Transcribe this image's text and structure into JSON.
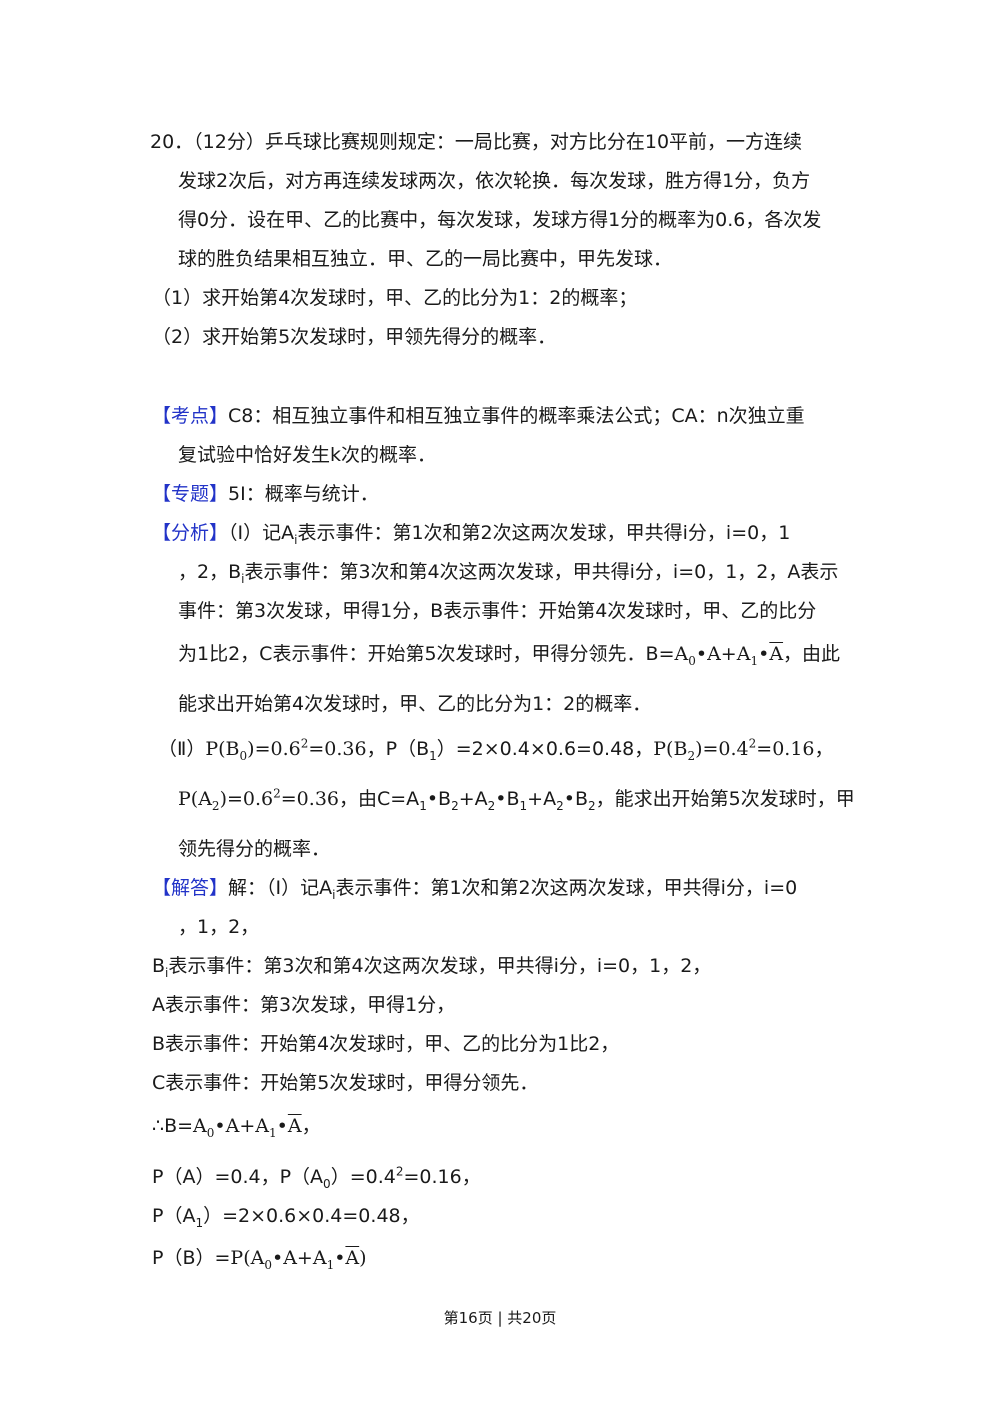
{
  "problem": {
    "lines": [
      "20．（12分）乒乓球比赛规则规定：一局比赛，对方比分在10平前，一方连续",
      "发球2次后，对方再连续发球两次，依次轮换．每次发球，胜方得1分，负方",
      "得0分．设在甲、乙的比赛中，每次发球，发球方得1分的概率为0.6，各次发",
      "球的胜负结果相互独立．甲、乙的一局比赛中，甲先发球．",
      "（1）求开始第4次发球时，甲、乙的比分为1：2的概率；",
      "（2）求开始第5次发球时，甲领先得分的概率．"
    ]
  },
  "kaodian": {
    "tag": "【考点】",
    "line1": "C8：相互独立事件和相互独立事件的概率乘法公式；CA：n次独立重",
    "line2": "复试验中恰好发生k次的概率．"
  },
  "zhuanti": {
    "tag": "【专题】",
    "text": "5I：概率与统计．"
  },
  "fenxi": {
    "tag": "【分析】",
    "l1a": "（Ⅰ）记A",
    "l1b": "表示事件：第1次和第2次这两次发球，甲共得i分，i=0，1",
    "l2a": "，2，B",
    "l2b": "表示事件：第3次和第4次这两次发球，甲共得i分，i=0，1，2，A表示",
    "l3": "事件：第3次发球，甲得1分，B表示事件：开始第4次发球时，甲、乙的比分",
    "l4a": "为1比2，C表示事件：开始第5次发球时，甲得分领先．B=",
    "l4b": "，由此",
    "l5": "能求出开始第4次发球时，甲、乙的比分为1：2的概率．",
    "ii_label": "（Ⅱ）",
    "pb1": "，P（B",
    "pb1_val": "）=2×0.4×0.6=0.48，",
    "l7_mid": "，由C=A",
    "l7_end": "，能求出开始第5次发球时，甲",
    "l8": "领先得分的概率．"
  },
  "jieda": {
    "tag": "【解答】",
    "l1a": "解：（Ⅰ）记A",
    "l1b": "表示事件：第1次和第2次这两次发球，甲共得i分，i=0",
    "l2": "，1，2，",
    "l3b": "表示事件：第3次和第4次这两次发球，甲共得i分，i=0，1，2，",
    "l4": "A表示事件：第3次发球，甲得1分，",
    "l5": "B表示事件：开始第4次发球时，甲、乙的比分为1比2，",
    "l6": "C表示事件：开始第5次发球时，甲得分领先．",
    "l7": "∴B=",
    "l8a": "P（A）=0.4，P（A",
    "l8b": "）=0.4",
    "l8c": "=0.16，",
    "l9a": "P（A",
    "l9b": "）=2×0.6×0.4=0.48，",
    "l10": "P（B）="
  },
  "footer": "第16页 | 共20页"
}
